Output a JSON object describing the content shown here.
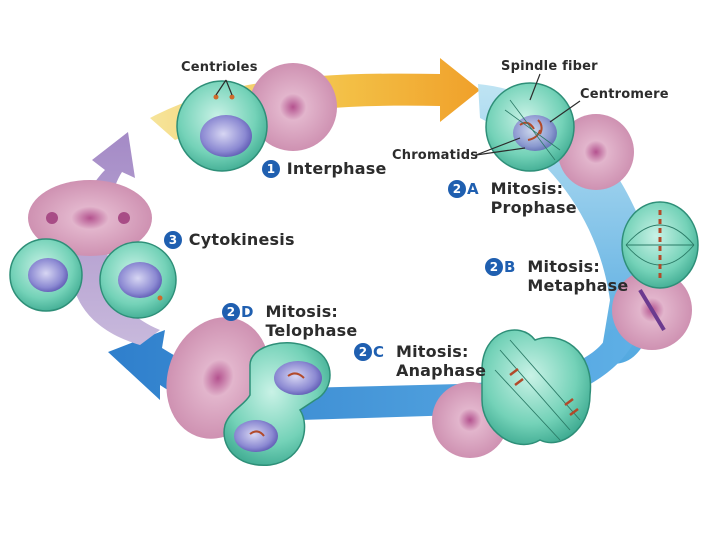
{
  "stages": {
    "interphase": {
      "number": "1",
      "name": "Interphase"
    },
    "prophase": {
      "number": "2",
      "letter": "A",
      "line1": "Mitosis:",
      "line2": "Prophase"
    },
    "metaphase": {
      "number": "2",
      "letter": "B",
      "line1": "Mitosis:",
      "line2": "Metaphase"
    },
    "anaphase": {
      "number": "2",
      "letter": "C",
      "line1": "Mitosis:",
      "line2": "Anaphase"
    },
    "telophase": {
      "number": "2",
      "letter": "D",
      "line1": "Mitosis:",
      "line2": "Telophase"
    },
    "cytokinesis": {
      "number": "3",
      "name": "Cytokinesis"
    }
  },
  "callouts": {
    "centrioles": "Centrioles",
    "spindle_fiber": "Spindle fiber",
    "centromere": "Centromere",
    "chromatids": "Chromatids"
  },
  "colors": {
    "arrow_yellow": "#f1c24a",
    "arrow_blue": "#3a93d8",
    "arrow_lavender": "#b9a3cf",
    "cell_fill": "#6dcfb4",
    "nucleus": "#6a6fc0",
    "tissue": "#d9a0bc",
    "badge": "#1f5fb0"
  }
}
